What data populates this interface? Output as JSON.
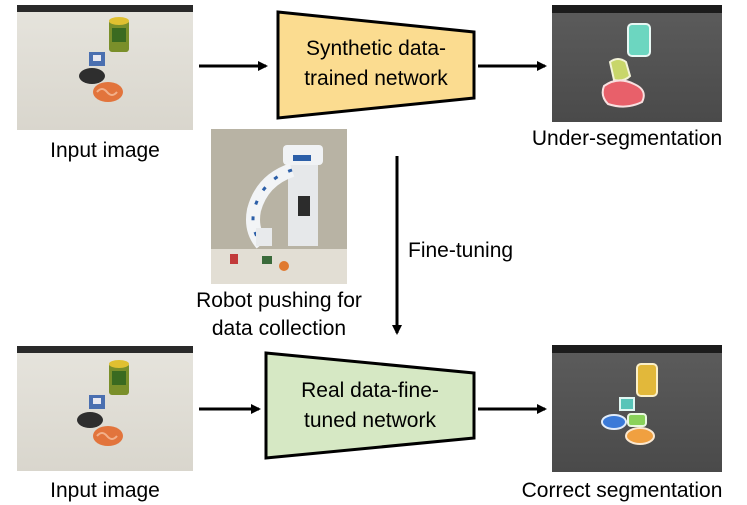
{
  "top_row": {
    "input_label": "Input image",
    "network_label_line1": "Synthetic data-",
    "network_label_line2": "trained network",
    "output_label": "Under-segmentation",
    "network_color": "#fbdc90"
  },
  "middle": {
    "robot_caption_line1": "Robot pushing for",
    "robot_caption_line2": "data collection",
    "finetune_label": "Fine-tuning"
  },
  "bottom_row": {
    "input_label": "Input image",
    "network_label_line1": "Real data-fine-",
    "network_label_line2": "tuned network",
    "output_label": "Correct segmentation",
    "network_color": "#d6e8c4"
  }
}
